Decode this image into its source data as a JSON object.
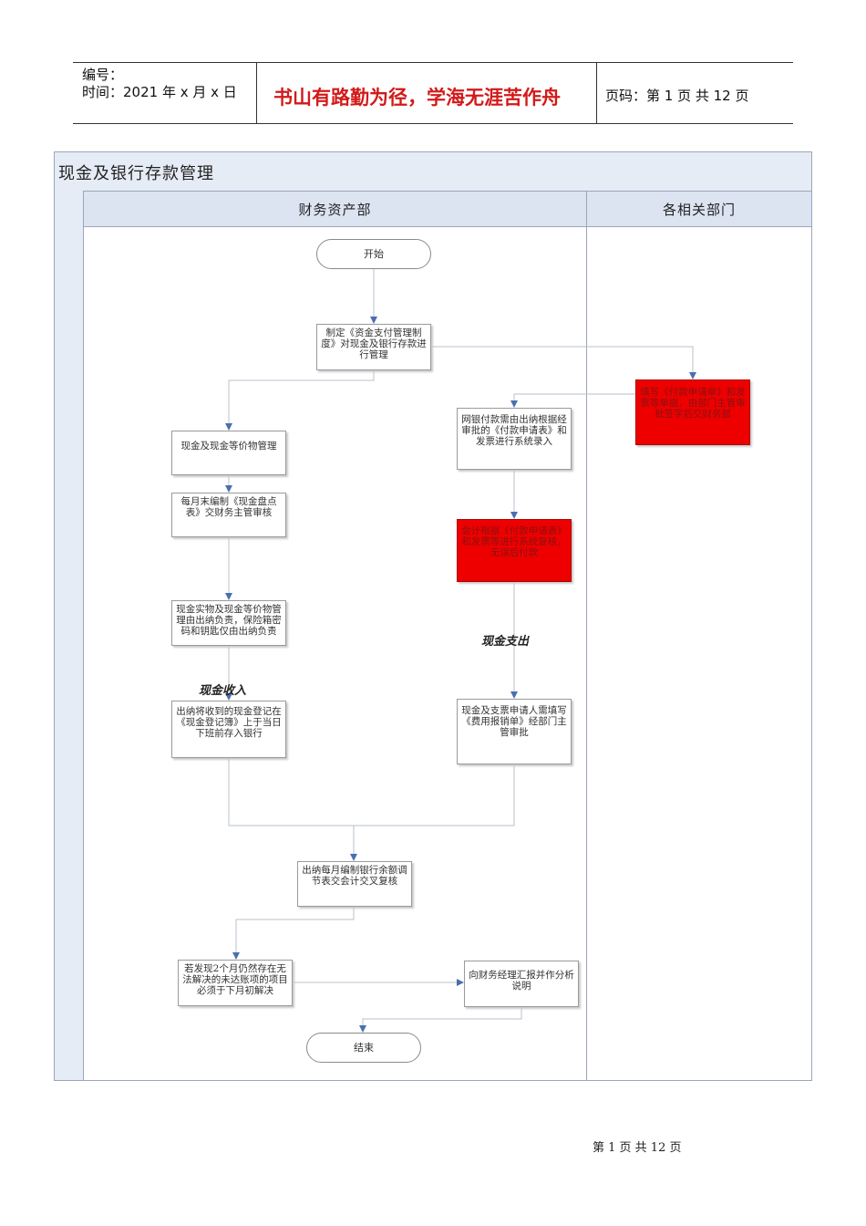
{
  "header": {
    "number_label": "编号：",
    "time_label": "时间：2021 年 x 月 x 日",
    "motto": "书山有路勤为径，学海无涯苦作舟",
    "page_info": "页码：第 1 页  共 12 页"
  },
  "diagram": {
    "title": "现金及银行存款管理",
    "lanes": [
      "财务资产部",
      "各相关部门"
    ],
    "nodes": {
      "start": "开始",
      "policy": "制定《资金支付管理制度》对现金及银行存款进行管理",
      "cash_mgmt": "现金及现金等价物管理",
      "monthly_count": "每月末编制《现金盘点表》交财务主管审核",
      "custody": "现金实物及现金等价物管理由出纳负责，保险箱密码和钥匙仅由出纳负责",
      "cash_income": "出纳将收到的现金登记在《现金登记簿》上于当日下班前存入银行",
      "online_pay": "网银付款需由出纳根据经审批的《付款申请表》和发票进行系统录入",
      "accountant_review": "会计根据《付款申请表》和发票等进行系统复核，无误后付款",
      "expense_claim": "现金及支票申请人需填写《费用报销单》经部门主管审批",
      "fill_request": "填写《付款申请单》和发票等单据，由部门主管审批签字后交财务部",
      "reconcile": "出纳每月编制银行余额调节表交会计交叉复核",
      "unresolved": "若发现2个月仍然存在无法解决的未达账项的项目必须于下月初解决",
      "report": "向财务经理汇报并作分析说明",
      "end": "结束"
    },
    "flow_labels": {
      "cash_in": "现金收入",
      "cash_out": "现金支出"
    }
  },
  "footer": {
    "page": "第  1  页  共  12  页"
  },
  "colors": {
    "red_box": "#ee0000",
    "band": "#e6ecf6",
    "motto": "#d21a1a"
  }
}
